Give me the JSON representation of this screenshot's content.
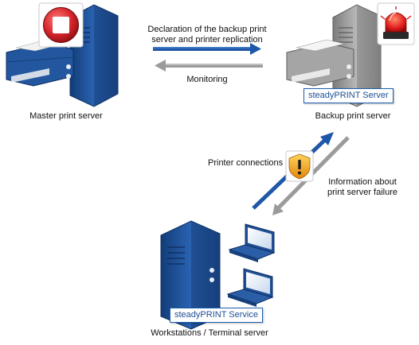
{
  "labels": {
    "declaration_line1": "Declaration of the backup print",
    "declaration_line2": "server and printer replication",
    "monitoring": "Monitoring",
    "master": "Master print server",
    "backup": "Backup print server",
    "printer_connections": "Printer connections",
    "info_line1": "Information about",
    "info_line2": "print server failure",
    "workstations": "Workstations / Terminal server"
  },
  "badges": {
    "backup_server": "steadyPRINT Server",
    "workstation_service": "steadyPRINT Service"
  },
  "colors": {
    "server_blue": "#1f4f96",
    "server_gray": "#9a9a9a",
    "arrow_blue": "#1f57a8",
    "arrow_gray": "#9b9b9b",
    "stop_red": "#d8343a",
    "siren_red": "#e01818",
    "warning_orange": "#f0a21c"
  },
  "icons": {
    "master_status": "stop-icon",
    "backup_status": "siren-icon",
    "connection_status": "warning-shield-icon"
  }
}
